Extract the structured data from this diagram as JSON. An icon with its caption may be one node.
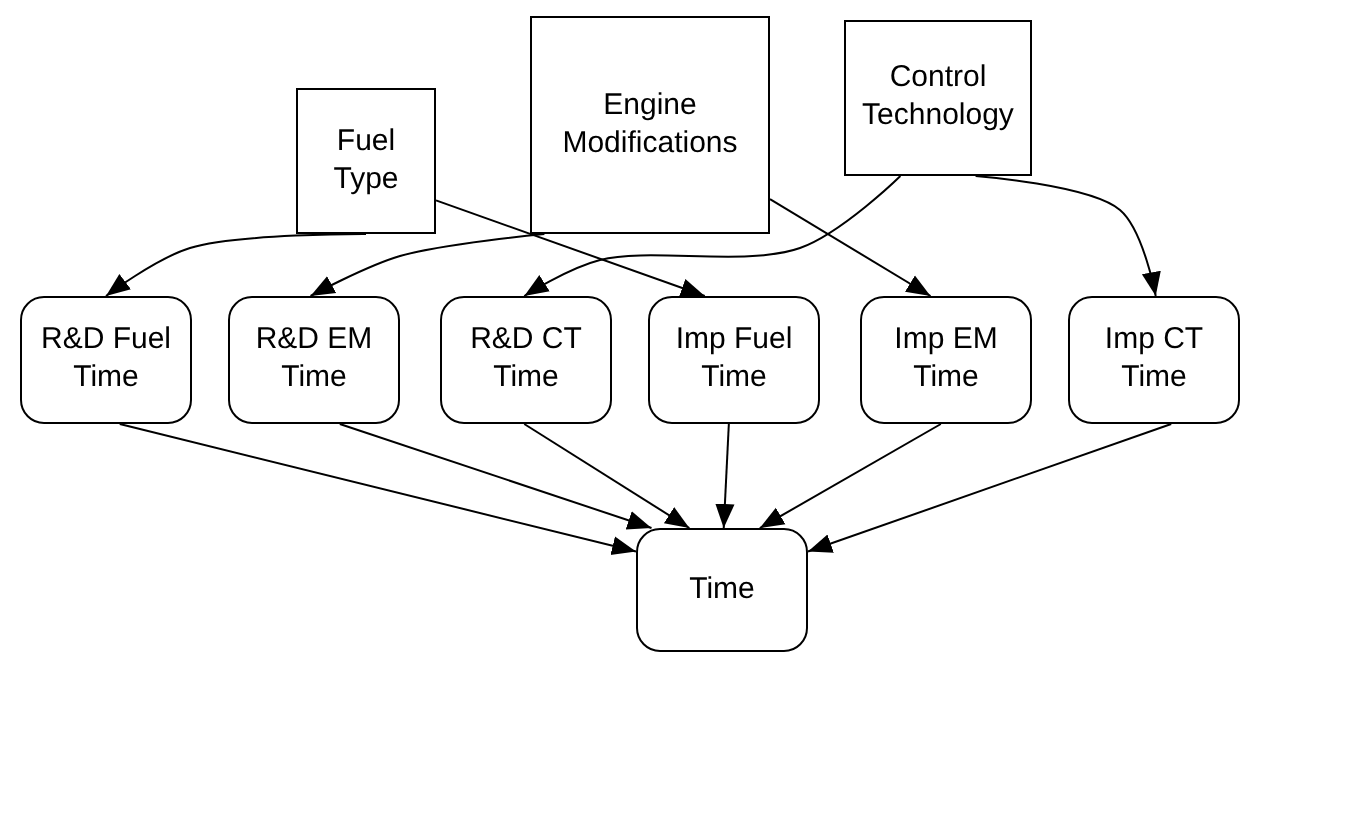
{
  "diagram": {
    "nodes": [
      {
        "text": [
          "Fuel Type"
        ]
      },
      {
        "text": [
          "Engine Modifications"
        ]
      },
      {
        "text": [
          "Control Technology"
        ]
      },
      {
        "text": [
          "R&D Fuel Time"
        ]
      },
      {
        "text": [
          "R&D EM Time"
        ]
      },
      {
        "text": [
          "R&D CT Time"
        ]
      },
      {
        "text": [
          "Imp Fuel Time"
        ]
      },
      {
        "text": [
          "Imp EM Time"
        ]
      },
      {
        "text": [
          "Imp CT Time"
        ]
      },
      {
        "text": [
          "Time"
        ]
      }
    ],
    "edges": [
      {
        "from": 0,
        "to": 3,
        "arrow": "to"
      },
      {
        "from": 0,
        "to": 6,
        "arrow": "to"
      },
      {
        "from": 1,
        "to": 4,
        "arrow": "to"
      },
      {
        "from": 1,
        "to": 7,
        "arrow": "to"
      },
      {
        "from": 2,
        "to": 5,
        "arrow": "to"
      },
      {
        "from": 2,
        "to": 8,
        "arrow": "to"
      },
      {
        "from": 3,
        "to": 9,
        "arrow": "to"
      },
      {
        "from": 4,
        "to": 9,
        "arrow": "to"
      },
      {
        "from": 5,
        "to": 9,
        "arrow": "to"
      },
      {
        "from": 6,
        "to": 9,
        "arrow": "to"
      },
      {
        "from": 7,
        "to": 9,
        "arrow": "to"
      },
      {
        "from": 8,
        "to": 9,
        "arrow": "to"
      }
    ]
  }
}
